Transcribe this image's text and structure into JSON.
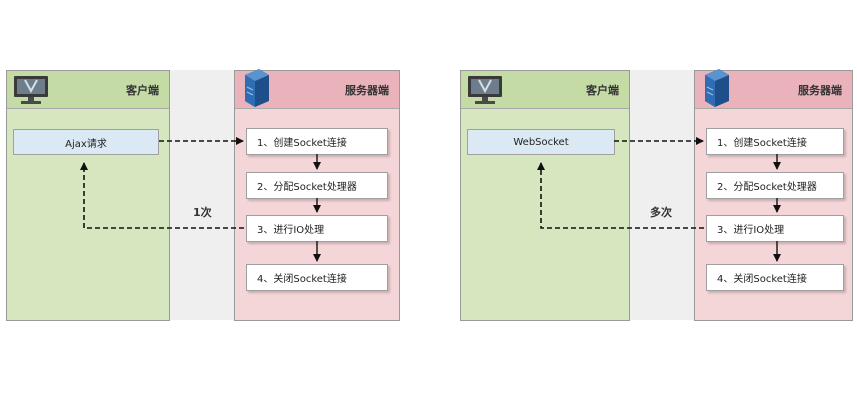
{
  "diagrams": [
    {
      "client_title": "客户端",
      "server_title": "服务器端",
      "client_box": "Ajax请求",
      "steps": [
        "1、创建Socket连接",
        "2、分配Socket处理器",
        "3、进行IO处理",
        "4、关闭Socket连接"
      ],
      "count_label": "1次"
    },
    {
      "client_title": "客户端",
      "server_title": "服务器端",
      "client_box": "WebSocket",
      "steps": [
        "1、创建Socket连接",
        "2、分配Socket处理器",
        "3、进行IO处理",
        "4、关闭Socket连接"
      ],
      "count_label": "多次"
    }
  ],
  "icons": {
    "client": "monitor-icon",
    "server": "server-icon"
  },
  "colors": {
    "client_panel": "#d6e7c0",
    "server_panel": "#f4d5d8",
    "client_box": "#dbe9f4"
  }
}
